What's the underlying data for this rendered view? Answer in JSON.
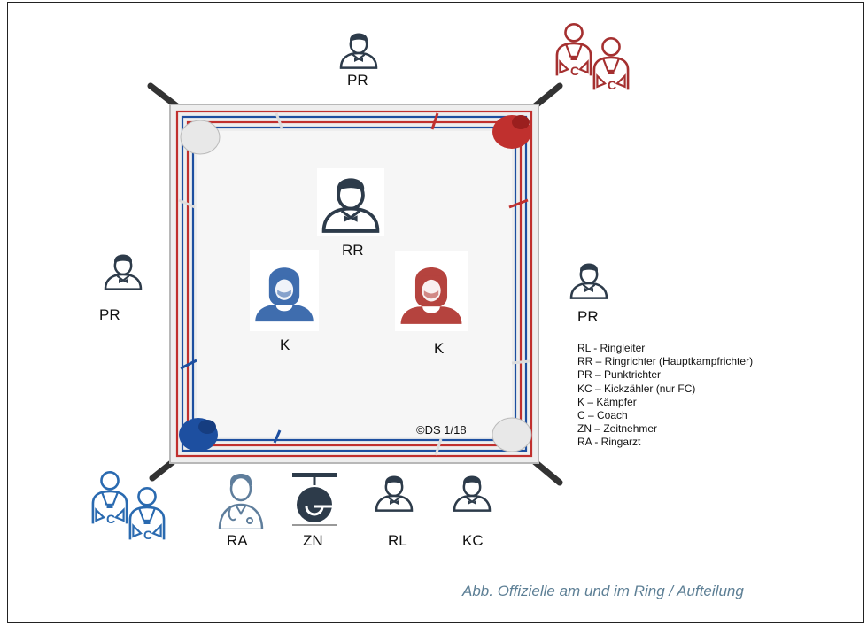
{
  "labels": {
    "pr_top": "PR",
    "pr_left": "PR",
    "pr_right": "PR",
    "rr": "RR",
    "k_blue": "K",
    "k_red": "K",
    "ra": "RA",
    "zn": "ZN",
    "rl": "RL",
    "kc": "KC",
    "coach_letter": "C"
  },
  "legend": [
    "RL - Ringleiter",
    "RR – Ringrichter (Hauptkampfrichter)",
    "PR – Punktrichter",
    "KC – Kickzähler (nur FC)",
    "K – Kämpfer",
    "C – Coach",
    "ZN – Zeitnehmer",
    "RA - Ringarzt"
  ],
  "copyright": "©DS 1/18",
  "caption": "Abb. Offizielle am und im Ring / Aufteilung",
  "colors": {
    "red": "#c0302e",
    "blue": "#1d4fa0",
    "dark": "#2d3b4a",
    "coach_red": "#a53030",
    "coach_blue": "#2a6ab0",
    "caption": "#5d7f95"
  },
  "icons": {
    "official": "official-bowtie-icon",
    "fighter_blue": "fighter-headgear-blue-icon",
    "fighter_red": "fighter-headgear-red-icon",
    "doctor": "doctor-icon",
    "timekeeper": "gong-icon",
    "coach": "coach-icon"
  }
}
